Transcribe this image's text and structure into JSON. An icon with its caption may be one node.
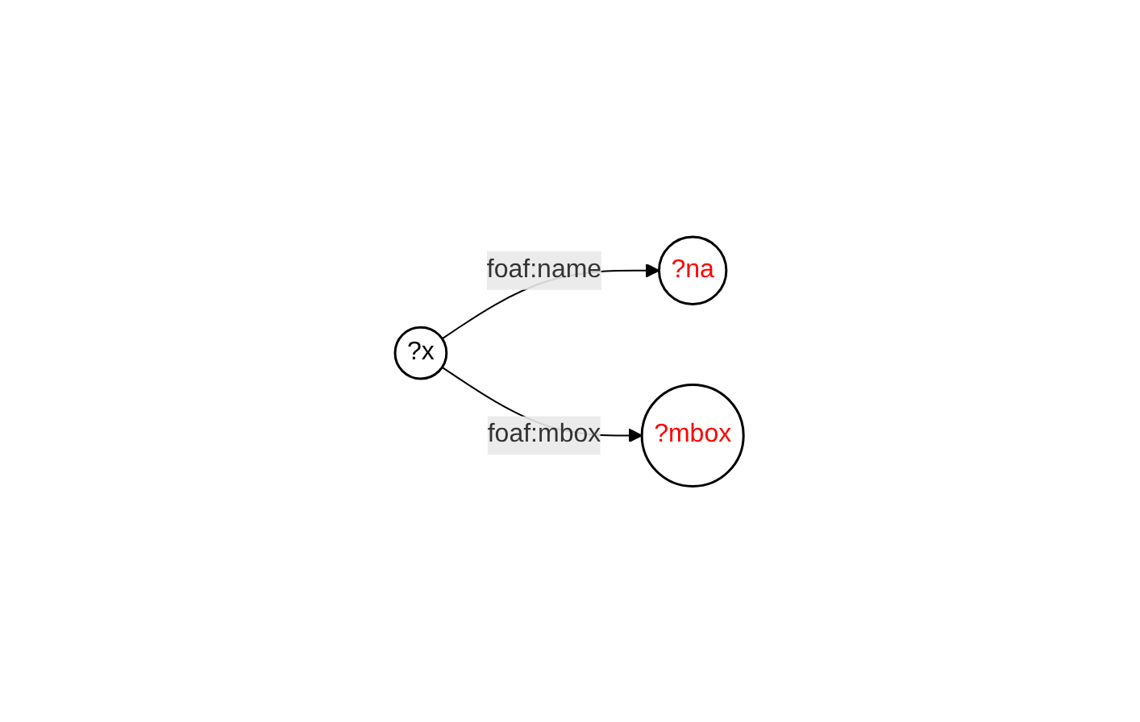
{
  "diagram": {
    "nodes": [
      {
        "text": [
          "?x"
        ]
      },
      {
        "text": [
          "?na"
        ]
      },
      {
        "text": [
          "?mbox"
        ]
      }
    ],
    "edges": [
      {
        "from": 0,
        "to": 1,
        "arrow": "to",
        "label": "foaf:name"
      },
      {
        "from": 0,
        "to": 2,
        "arrow": "to",
        "label": "foaf:mbox"
      }
    ]
  }
}
